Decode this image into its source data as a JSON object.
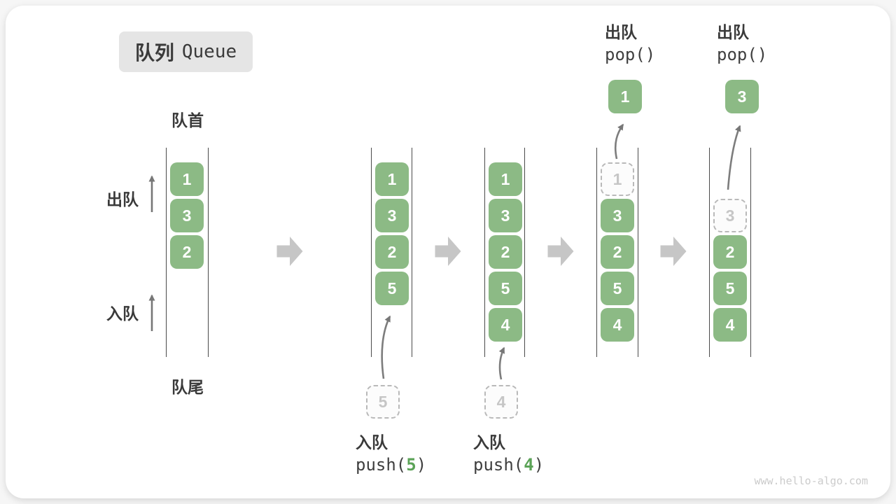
{
  "title": {
    "zh": "队列",
    "en": "Queue"
  },
  "labels": {
    "front": "队首",
    "rear": "队尾",
    "dequeue": "出队",
    "enqueue": "入队"
  },
  "watermark": "www.hello-algo.com",
  "colors": {
    "box_green": "#8cba85",
    "code_arg_green": "#5ba357",
    "title_bg": "#e5e5e5",
    "text_dark": "#3a3a3a",
    "small_arrow_gray": "#777777",
    "flow_arrow_gray": "#c6c6c6",
    "ghost_border": "#b9b9b9",
    "ghost_text": "#c6c6c6",
    "watermark_gray": "#cbcbcb"
  },
  "queues": [
    {
      "name": "state-1",
      "boxes": [
        {
          "value": "1",
          "slot": 0,
          "ghost": false
        },
        {
          "value": "3",
          "slot": 1,
          "ghost": false
        },
        {
          "value": "2",
          "slot": 2,
          "ghost": false
        }
      ]
    },
    {
      "name": "state-2",
      "boxes": [
        {
          "value": "1",
          "slot": 0,
          "ghost": false
        },
        {
          "value": "3",
          "slot": 1,
          "ghost": false
        },
        {
          "value": "2",
          "slot": 2,
          "ghost": false
        },
        {
          "value": "5",
          "slot": 3,
          "ghost": false
        }
      ],
      "annotation": {
        "kind": "enqueue",
        "label": "入队",
        "fn": "push",
        "arg": "5",
        "ghost_value": "5"
      }
    },
    {
      "name": "state-3",
      "boxes": [
        {
          "value": "1",
          "slot": 0,
          "ghost": false
        },
        {
          "value": "3",
          "slot": 1,
          "ghost": false
        },
        {
          "value": "2",
          "slot": 2,
          "ghost": false
        },
        {
          "value": "5",
          "slot": 3,
          "ghost": false
        },
        {
          "value": "4",
          "slot": 4,
          "ghost": false
        }
      ],
      "annotation": {
        "kind": "enqueue",
        "label": "入队",
        "fn": "push",
        "arg": "4",
        "ghost_value": "4"
      }
    },
    {
      "name": "state-4",
      "boxes": [
        {
          "value": "1",
          "slot": 0,
          "ghost": true
        },
        {
          "value": "3",
          "slot": 1,
          "ghost": false
        },
        {
          "value": "2",
          "slot": 2,
          "ghost": false
        },
        {
          "value": "5",
          "slot": 3,
          "ghost": false
        },
        {
          "value": "4",
          "slot": 4,
          "ghost": false
        }
      ],
      "annotation": {
        "kind": "dequeue",
        "label": "出队",
        "fn": "pop",
        "arg": "",
        "popped_value": "1"
      }
    },
    {
      "name": "state-5",
      "boxes": [
        {
          "value": "3",
          "slot": 1,
          "ghost": true
        },
        {
          "value": "2",
          "slot": 2,
          "ghost": false
        },
        {
          "value": "5",
          "slot": 3,
          "ghost": false
        },
        {
          "value": "4",
          "slot": 4,
          "ghost": false
        }
      ],
      "annotation": {
        "kind": "dequeue",
        "label": "出队",
        "fn": "pop",
        "arg": "",
        "popped_value": "3"
      }
    }
  ]
}
